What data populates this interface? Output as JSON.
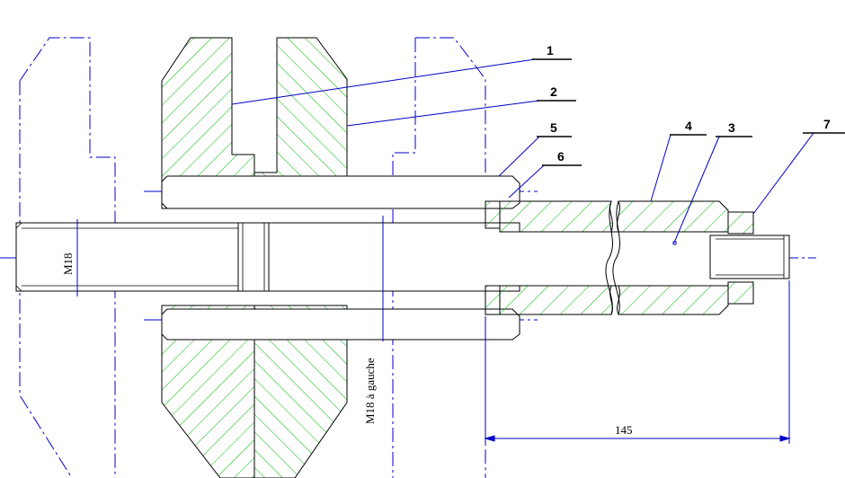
{
  "parts": {
    "p1": "1",
    "p2": "2",
    "p3": "3",
    "p4": "4",
    "p5": "5",
    "p6": "6",
    "p7": "7"
  },
  "dimensions": {
    "length": "145",
    "thread_left": "M18",
    "thread_note": "M18 à gauche"
  },
  "colors": {
    "hatch": "#00b400",
    "centerline": "#0000c8",
    "outline": "#000000",
    "background": "#ffffff"
  }
}
